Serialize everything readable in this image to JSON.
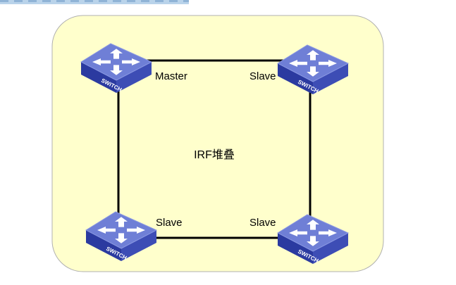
{
  "diagram": {
    "center_label": "IRF堆叠",
    "nodes": [
      {
        "id": "top-left",
        "role": "Master",
        "device_text": "SWITCH"
      },
      {
        "id": "top-right",
        "role": "Slave",
        "device_text": "SWITCH"
      },
      {
        "id": "bottom-left",
        "role": "Slave",
        "device_text": "SWITCH"
      },
      {
        "id": "bottom-right",
        "role": "Slave",
        "device_text": "SWITCH"
      }
    ],
    "links": [
      {
        "from": "top-left",
        "to": "top-right"
      },
      {
        "from": "top-right",
        "to": "bottom-right"
      },
      {
        "from": "bottom-right",
        "to": "bottom-left"
      },
      {
        "from": "bottom-left",
        "to": "top-left"
      }
    ]
  },
  "colors": {
    "panel_fill": "#ffffcc",
    "panel_border": "#b0b0b0",
    "switch_top": "#6f7fd6",
    "switch_side_dark": "#2b3aa0",
    "switch_side_light": "#3d4db5",
    "link": "#000000"
  }
}
